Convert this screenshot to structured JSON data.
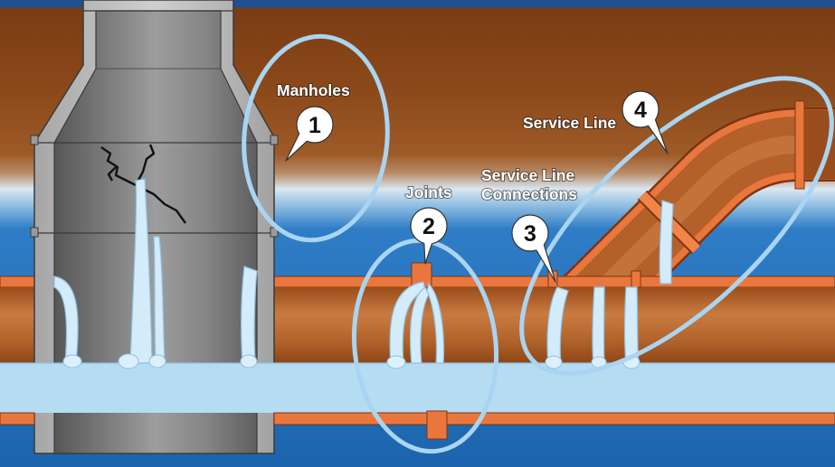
{
  "callouts": {
    "manholes": {
      "number": "1",
      "label": "Manholes"
    },
    "joints": {
      "number": "2",
      "label": "Joints"
    },
    "connections": {
      "number": "3",
      "label_line1": "Service Line",
      "label_line2": "Connections"
    },
    "service_line": {
      "number": "4",
      "label": "Service Line"
    }
  },
  "colors": {
    "soil": "#8e4b1b",
    "groundwater": "#2d7cc6",
    "pipe_wall": "#e9773d",
    "pipe_interior": "#b5622a",
    "water": "#b6dcf2",
    "manhole_concrete": "#bdbdbd",
    "highlight_ellipse": "#a9d5f2",
    "callout_bubble": "#ffffff"
  }
}
